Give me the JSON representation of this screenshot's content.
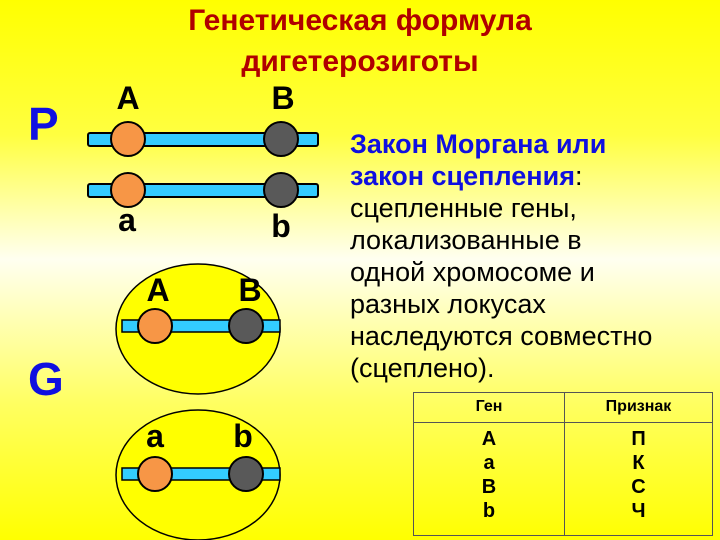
{
  "title": {
    "line1": "Генетическая формула",
    "line2": "дигетерозиготы"
  },
  "labels": {
    "p": "P",
    "g": "G"
  },
  "parent": {
    "top": [
      "A",
      "B"
    ],
    "bottom": [
      "a",
      "b"
    ]
  },
  "gametes": [
    {
      "alleles": [
        "A",
        "B"
      ]
    },
    {
      "alleles": [
        "a",
        "b"
      ]
    }
  ],
  "table": {
    "headers": [
      "Ген",
      "Признак"
    ],
    "genes": [
      "A",
      "a",
      "B",
      "b"
    ],
    "traits": [
      "П",
      "К",
      "С",
      "Ч"
    ]
  },
  "law": {
    "line1": "Закон Моргана или",
    "line2_blue": "закон сцепления",
    "line2_rest": ":",
    "lines": [
      "сцепленные гены,",
      "локализованные в",
      "одной хромосоме и",
      "разных локусах",
      "наследуются совместно",
      "(сцеплено)."
    ]
  },
  "colors": {
    "title": "#b00000",
    "blue": "#1010e0",
    "chromosome": "#33ccff",
    "allele_a": "#f79646",
    "allele_b": "#595959",
    "cell": "#ffff00"
  }
}
